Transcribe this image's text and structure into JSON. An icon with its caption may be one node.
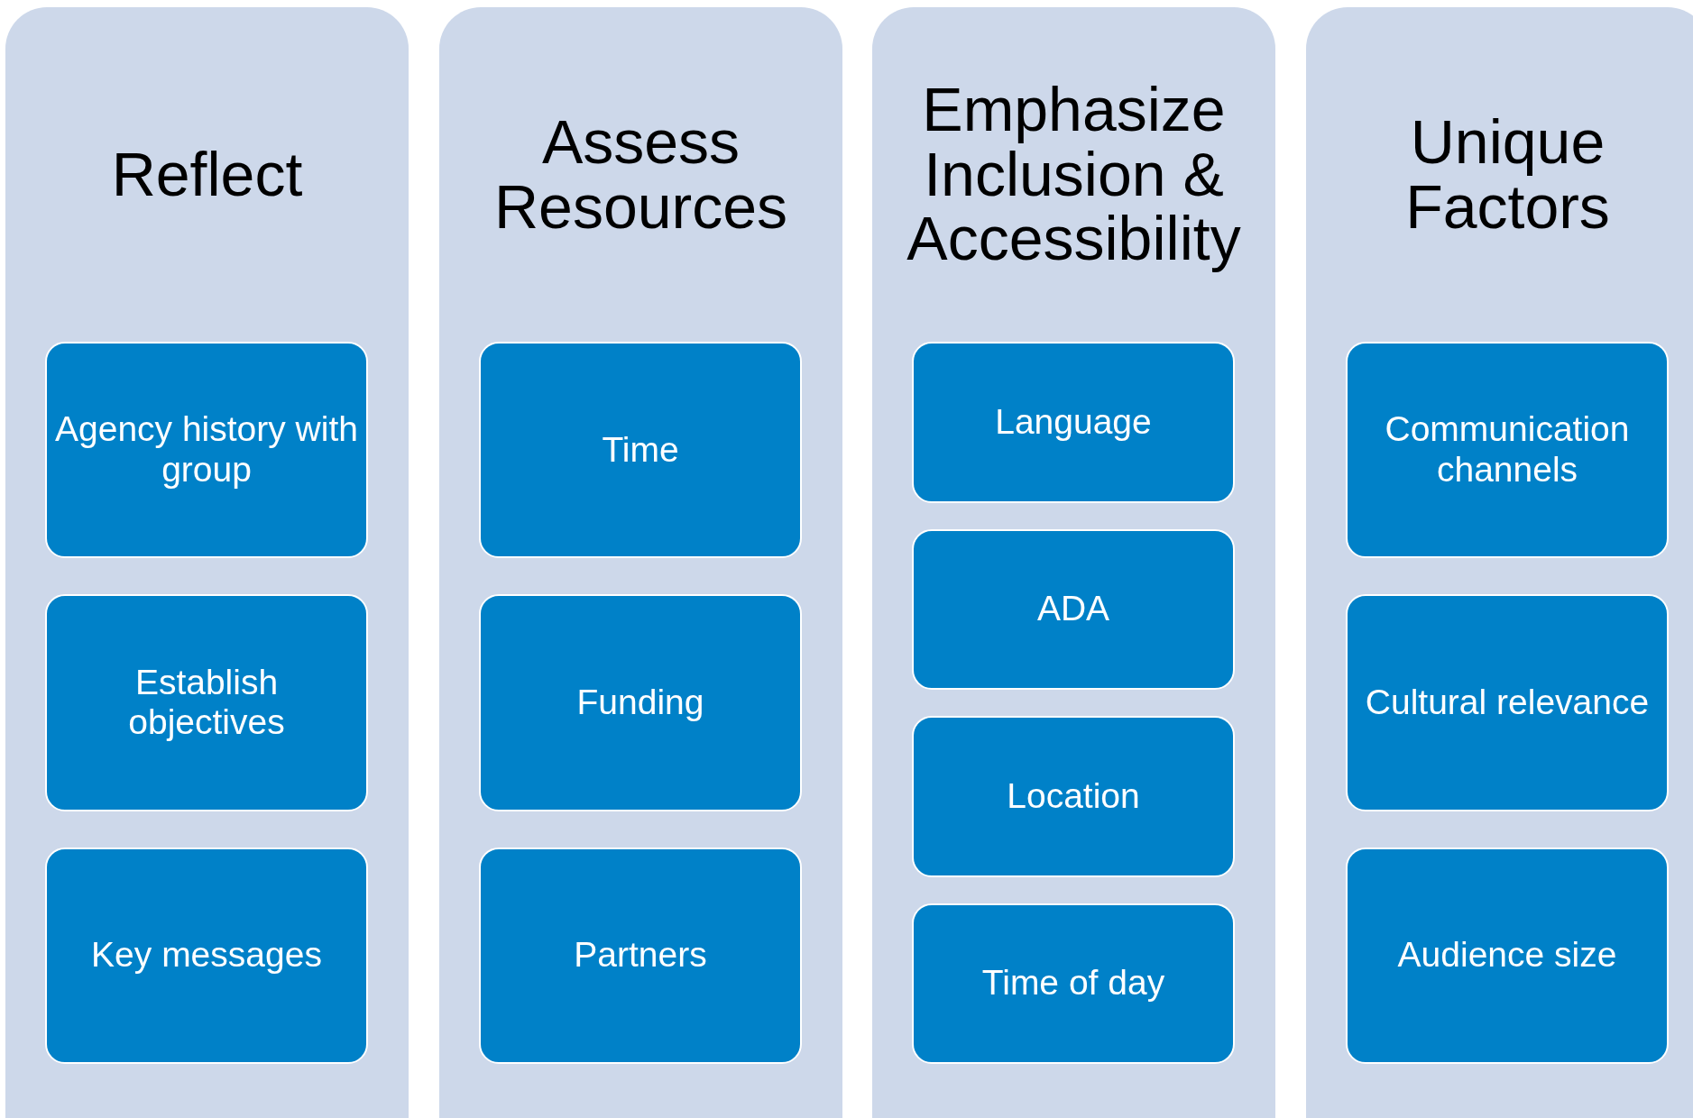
{
  "diagram": {
    "nodes": [
      {
        "text": [
          "Reflect"
        ]
      },
      {
        "text": [
          "Agency history with group"
        ],
        "in": 0
      },
      {
        "text": [
          "Establish objectives"
        ],
        "in": 0
      },
      {
        "text": [
          "Key messages"
        ],
        "in": 0
      },
      {
        "text": [
          "Assess Resources"
        ]
      },
      {
        "text": [
          "Time"
        ],
        "in": 4
      },
      {
        "text": [
          "Funding"
        ],
        "in": 4
      },
      {
        "text": [
          "Partners"
        ],
        "in": 4
      },
      {
        "text": [
          "Emphasize Inclusion & Accessibility"
        ]
      },
      {
        "text": [
          "Language"
        ],
        "in": 8
      },
      {
        "text": [
          "ADA"
        ],
        "in": 8
      },
      {
        "text": [
          "Location"
        ],
        "in": 8
      },
      {
        "text": [
          "Time of day"
        ],
        "in": 8
      },
      {
        "text": [
          "Unique Factors"
        ]
      },
      {
        "text": [
          "Communication channels"
        ],
        "in": 13
      },
      {
        "text": [
          "Cultural relevance"
        ],
        "in": 13
      },
      {
        "text": [
          "Audience size"
        ],
        "in": 13
      }
    ]
  }
}
